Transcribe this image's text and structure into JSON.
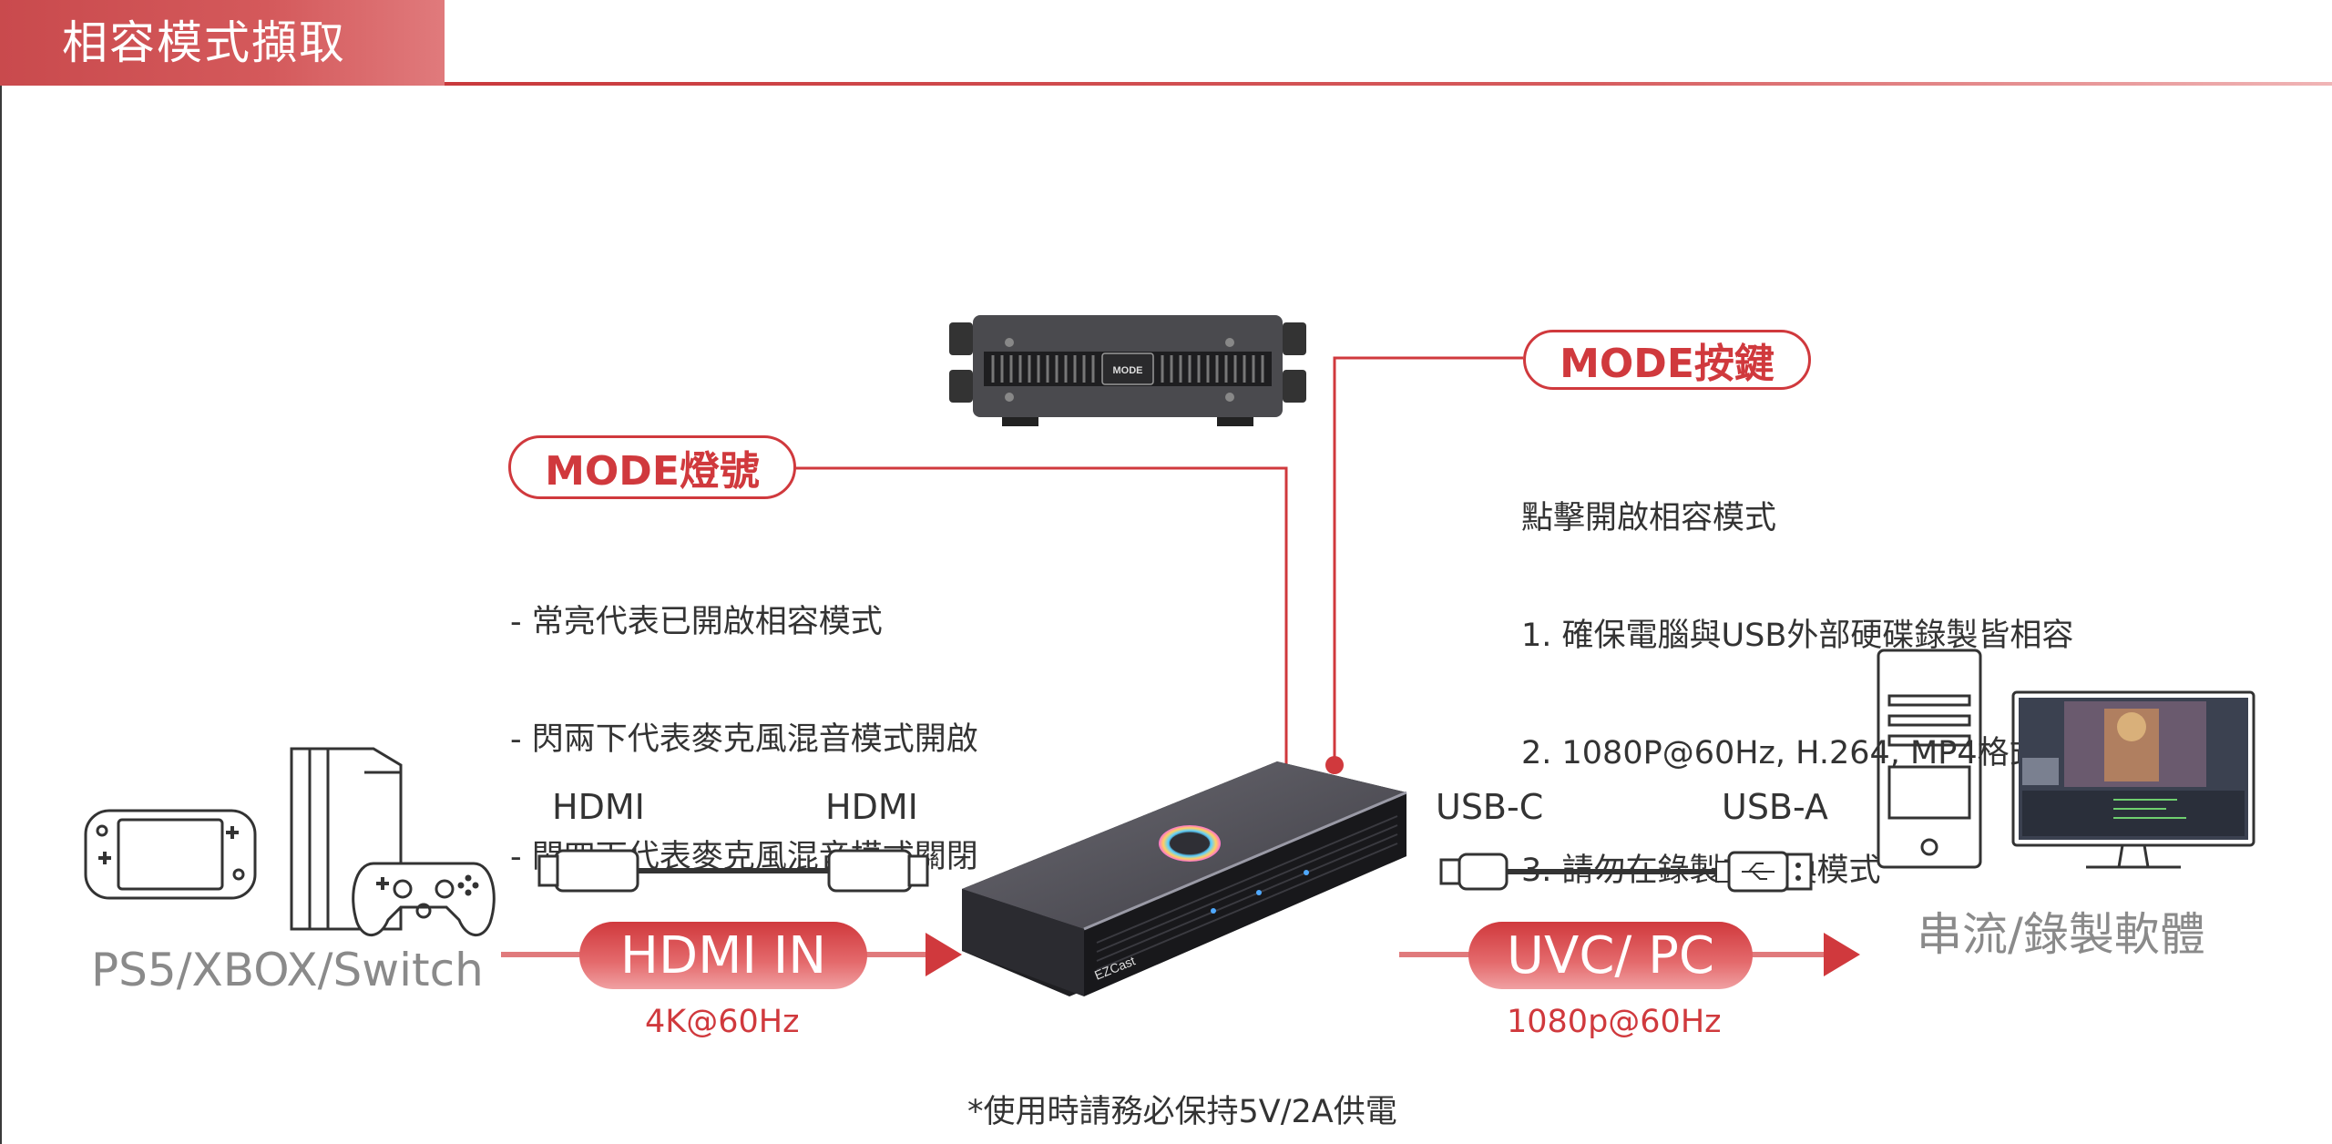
{
  "header": {
    "title": "相容模式擷取"
  },
  "mode_led": {
    "label": "MODE燈號",
    "lines": [
      "- 常亮代表已開啟相容模式",
      "- 閃兩下代表麥克風混音模式開啟",
      "- 閃四下代表麥克風混音模式關閉"
    ]
  },
  "mode_button": {
    "label": "MODE按鍵",
    "lines": [
      "點擊開啟相容模式",
      "1. 確保電腦與USB外部硬碟錄製皆相容",
      "2. 1080P@60Hz, H.264, MP4格式",
      "3. 請勿在錄製中切換模式"
    ]
  },
  "device_top": {
    "button_text": "MODE"
  },
  "device_main": {
    "brand": "EZCast"
  },
  "input": {
    "source_label": "PS5/XBOX/Switch",
    "cable_left": "HDMI",
    "cable_right": "HDMI",
    "pill": "HDMI IN",
    "spec": "4K@60Hz"
  },
  "output": {
    "cable_left": "USB-C",
    "cable_right": "USB-A",
    "pill": "UVC/ PC",
    "spec": "1080p@60Hz",
    "dest_label": "串流/錄製軟體"
  },
  "note": "*使用時請務必保持5V/2A供電",
  "colors": {
    "accent": "#d0393d",
    "gray_text": "#8a8a8a"
  }
}
